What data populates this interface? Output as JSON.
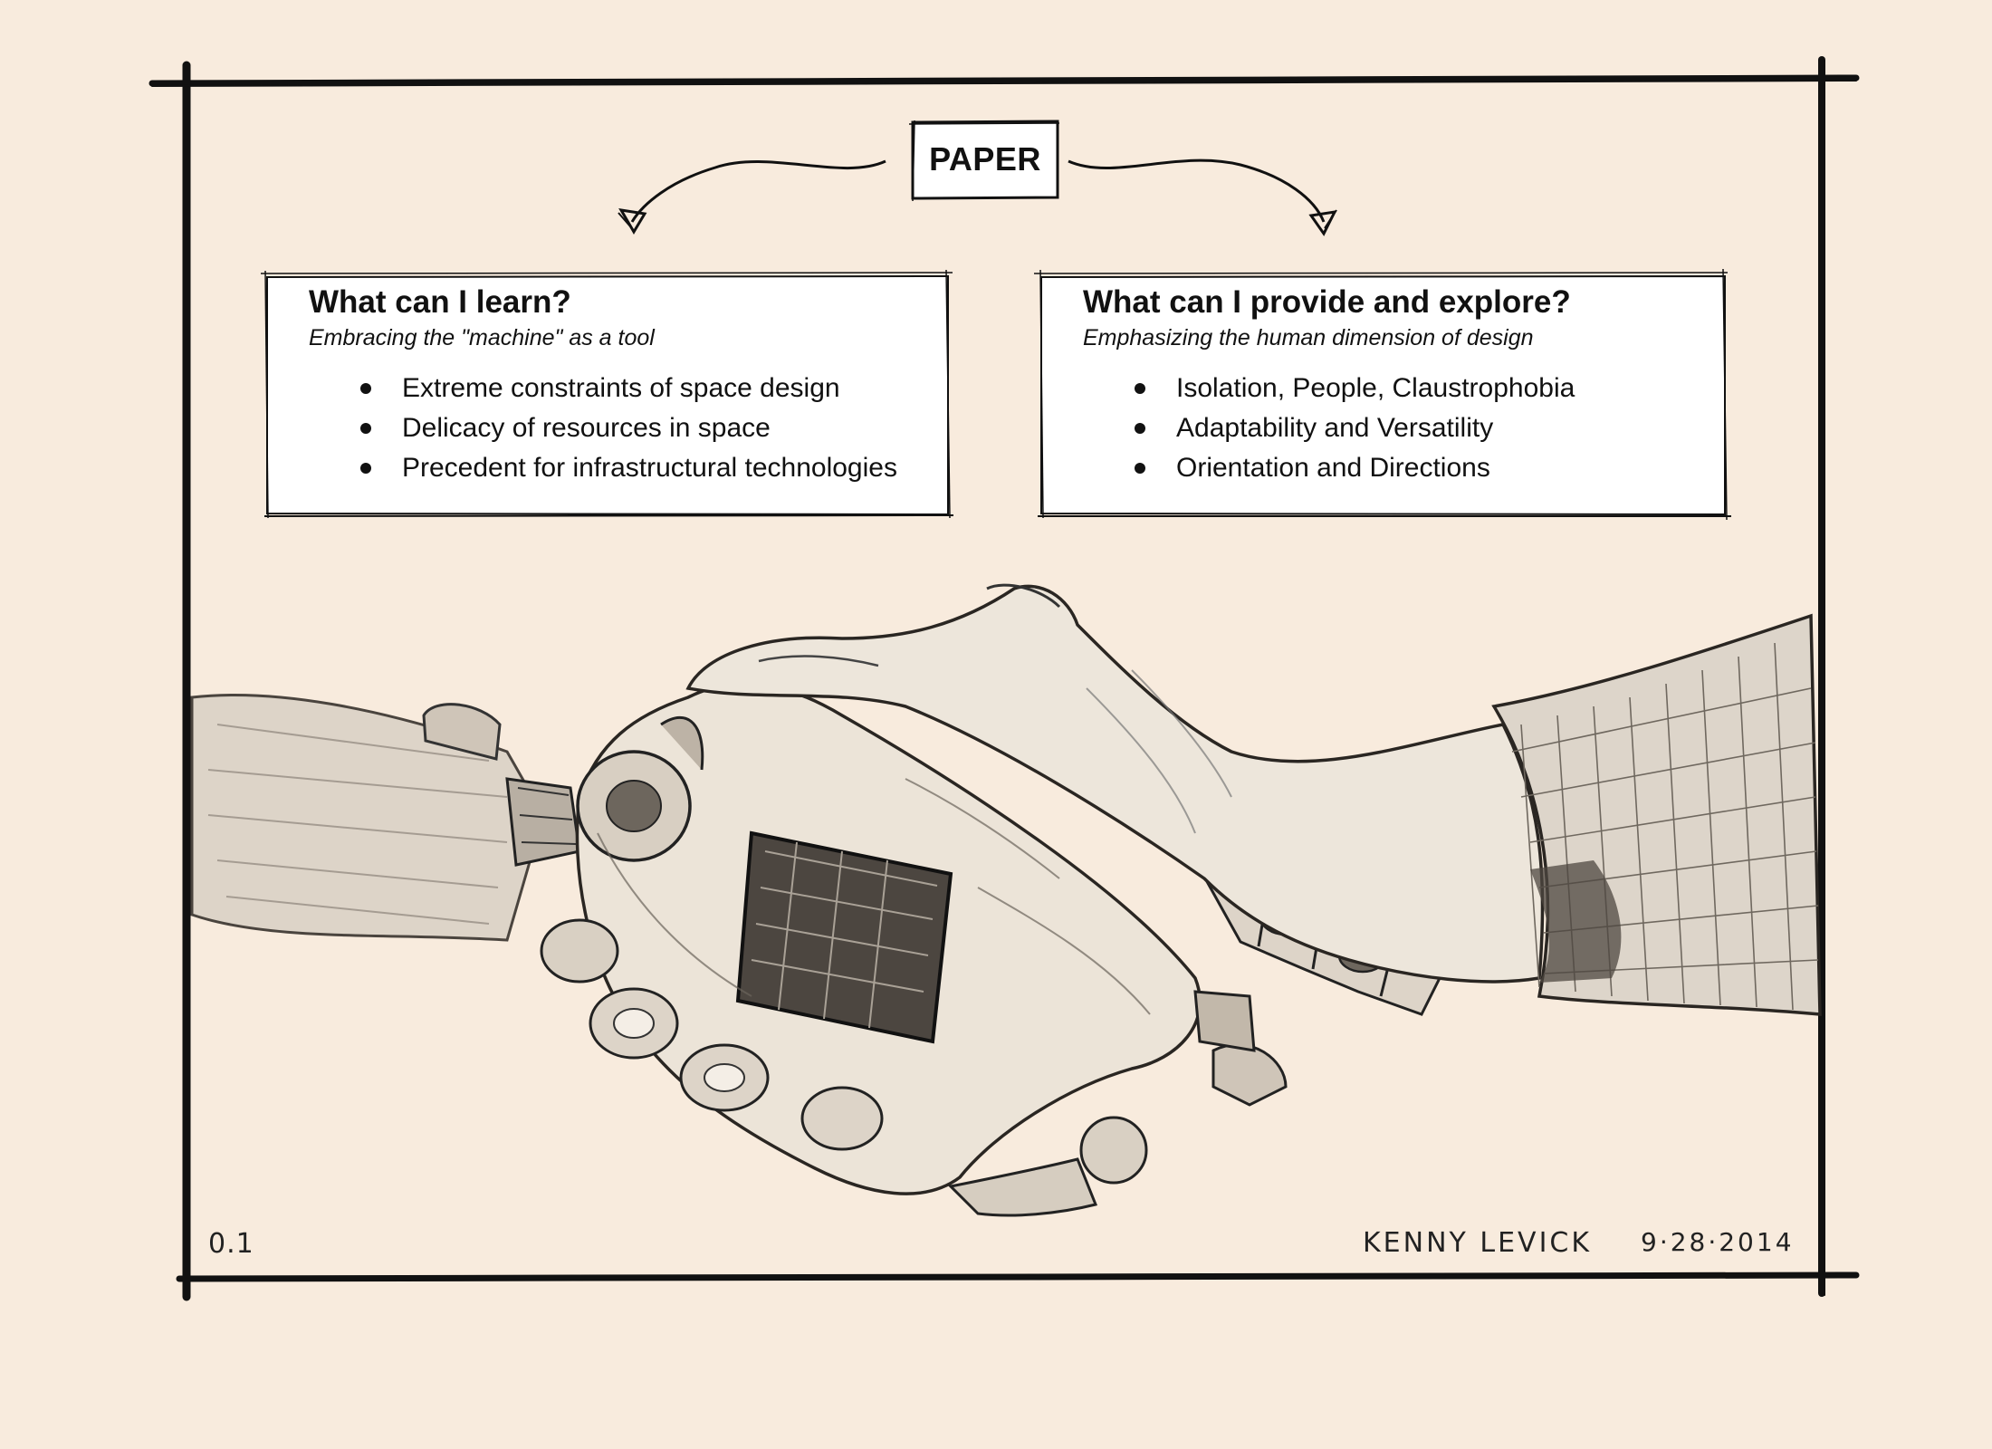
{
  "header": {
    "title": "PAPER"
  },
  "left_card": {
    "heading": "What can I learn?",
    "subheading": "Embracing the \"machine\" as a tool",
    "items": [
      "Extreme constraints of space design",
      "Delicacy of resources in space",
      "Precedent for infrastructural technologies"
    ]
  },
  "right_card": {
    "heading": "What can I provide and explore?",
    "subheading": "Emphasizing the human dimension of design",
    "items": [
      "Isolation, People, Claustrophobia",
      "Adaptability and Versatility",
      "Orientation and Directions"
    ]
  },
  "footer": {
    "sheet_number": "0.1",
    "author": "KENNY LEVICK",
    "date": "9·28·2014"
  },
  "illustration": {
    "icon": "robot-human-handshake-icon"
  },
  "colors": {
    "background": "#f8ebdd",
    "ink": "#111111",
    "sketch_fill": "#e9e0d4",
    "sketch_shade": "#5a534b"
  }
}
